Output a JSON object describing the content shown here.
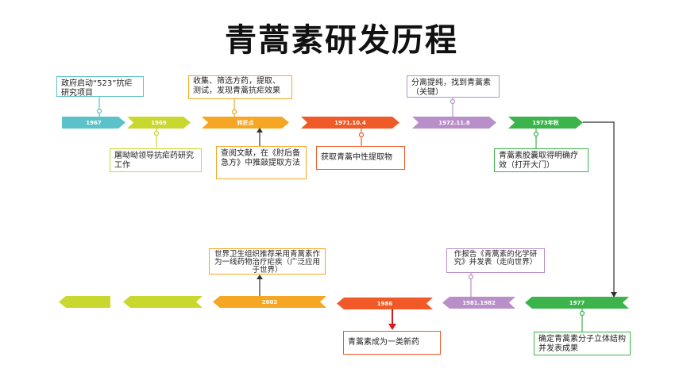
{
  "title": "青蒿素研发历程",
  "colors": {
    "teal": "#5bc2c9",
    "yellow_green": "#c9d82e",
    "orange": "#f5a623",
    "red_orange": "#f05a28",
    "lavender": "#b98fc9",
    "green": "#3cb44b",
    "dark": "#333333",
    "red": "#d9161c"
  },
  "timeline_top": [
    {
      "label": "1967"
    },
    {
      "label": "1969"
    },
    {
      "label": "转折点"
    },
    {
      "label": "1971.10.4"
    },
    {
      "label": "1972.11.8"
    },
    {
      "label": "1973年秋"
    }
  ],
  "timeline_bottom": [
    {
      "label": ""
    },
    {
      "label": ""
    },
    {
      "label": "2002"
    },
    {
      "label": "1986"
    },
    {
      "label": "1981.1982"
    },
    {
      "label": "1977"
    }
  ],
  "events": {
    "e1967": "政府启动“523”抗疟研究项目",
    "e1969": "屠呦呦领导抗疟药研究工作",
    "turning_above": "收集、筛选方药，提取、测试，发现青蒿抗疟效果",
    "turning_below": "查阅文献，在《肘后备急方》中推敲提取方法",
    "e1971": "获取青蒿中性提取物",
    "e1972": "分离提纯，找到青蒿素（关键）",
    "e1973": "青蒿素胶囊取得明确疗效（打开大门）",
    "e1977": "确定青蒿素分子立体结构并发表成果",
    "e1981": "作报告《青蒿素的化学研究》并发表（走向世界）",
    "e1986": "青蒿素成为一类新药",
    "e2002": "世界卫生组织推荐采用青蒿素作为一线药物治疗疟疾（广泛应用于世界）"
  }
}
